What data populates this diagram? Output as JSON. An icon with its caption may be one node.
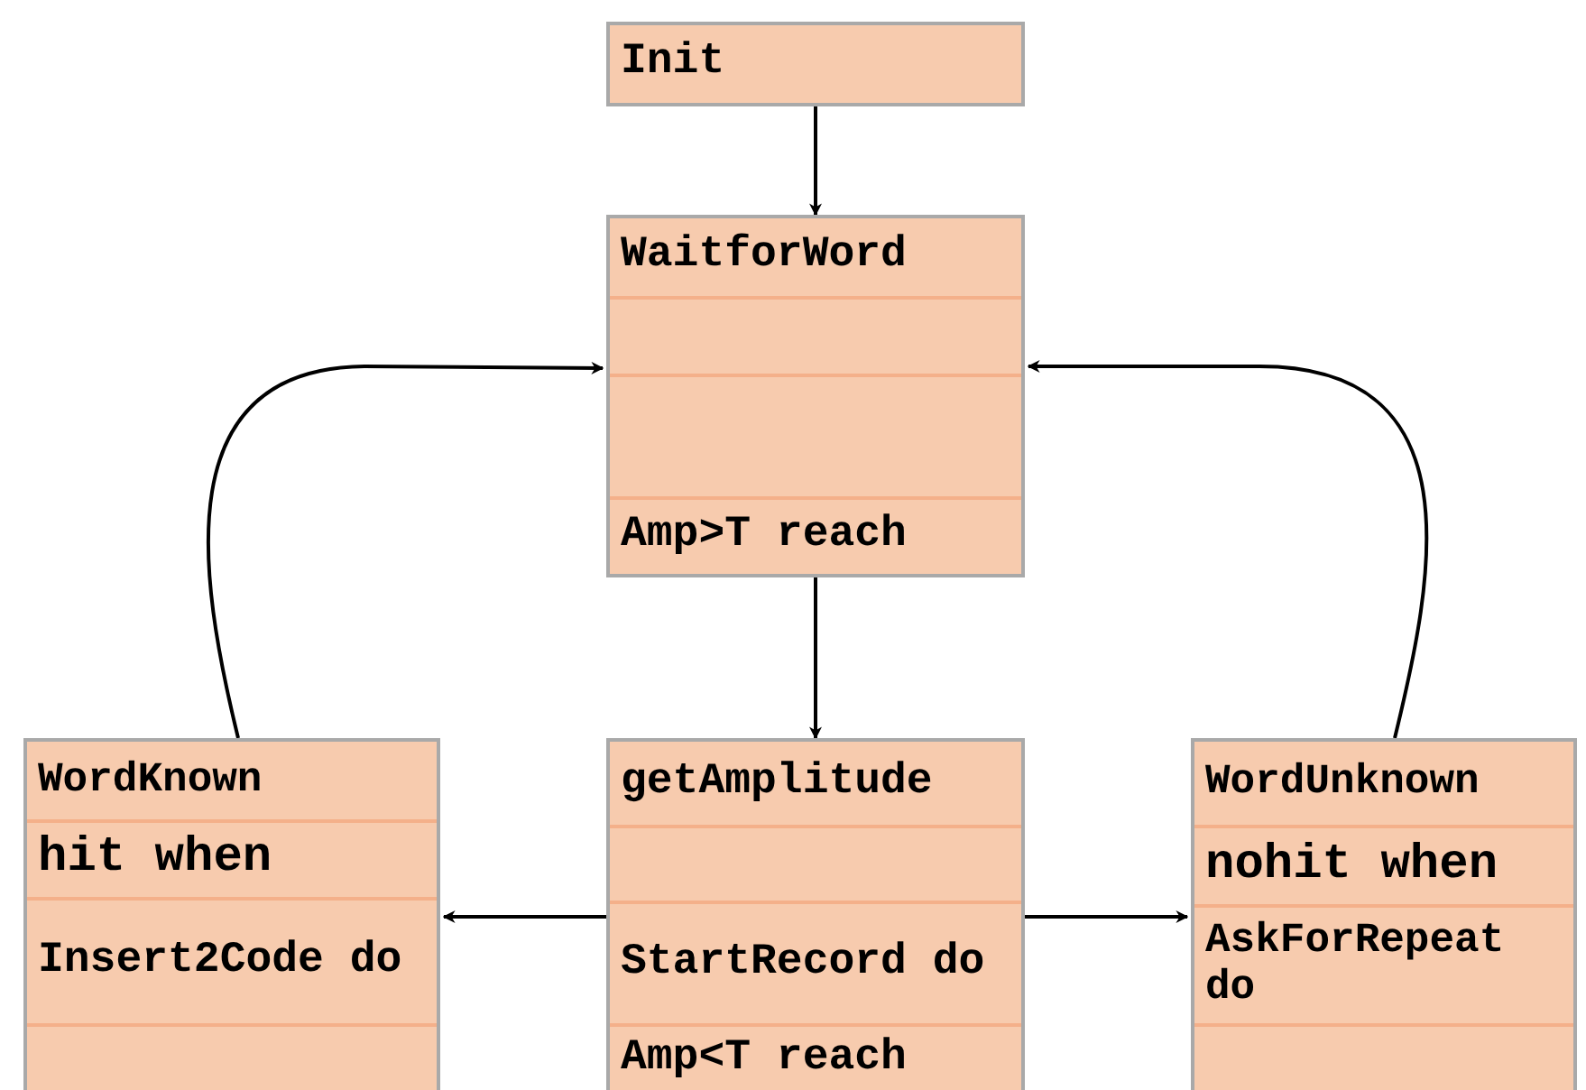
{
  "diagram": {
    "nodes": [
      {
        "text": [
          "Init"
        ]
      },
      {
        "text": [
          "WaitforWord",
          "Amp>T reach"
        ]
      },
      {
        "text": [
          "WordKnown",
          "hit when",
          "Insert2Code do"
        ]
      },
      {
        "text": [
          "getAmplitude",
          "StartRecord do",
          "Amp<T reach"
        ]
      },
      {
        "text": [
          "WordUnknown",
          "nohit when",
          "AskForRepeat do"
        ]
      }
    ],
    "edges": [
      {
        "from": 0,
        "to": 1,
        "arrow": "to"
      },
      {
        "from": 1,
        "to": 3,
        "arrow": "to"
      },
      {
        "from": 3,
        "to": 2,
        "arrow": "to"
      },
      {
        "from": 3,
        "to": 4,
        "arrow": "to"
      },
      {
        "from": 2,
        "to": 1,
        "arrow": "to"
      },
      {
        "from": 4,
        "to": 1,
        "arrow": "to"
      }
    ]
  }
}
